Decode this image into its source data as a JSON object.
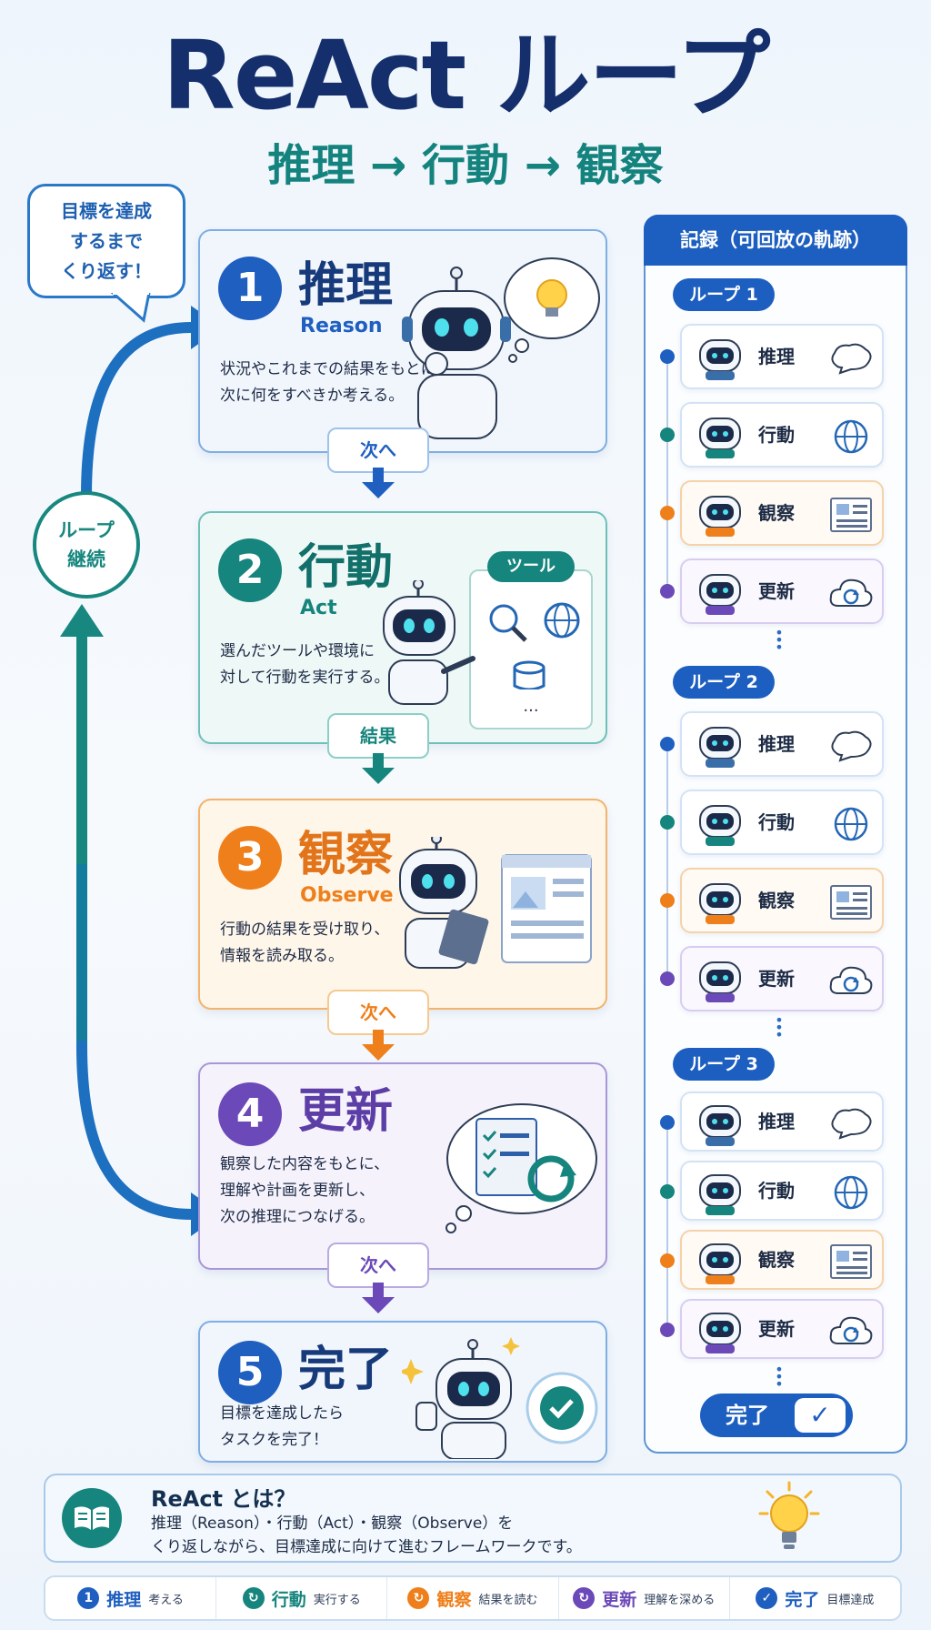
{
  "title": "ReAct ループ",
  "subtitle": "推理 → 行動 → 観察",
  "goal_bubble": "目標を達成\nするまで\nくり返す！",
  "loop_circle": "ループ\n継続",
  "steps": [
    {
      "num": "1",
      "jp": "推理",
      "en": "Reason",
      "desc": "状況やこれまでの結果をもとに、\n次に何をすべきか考える。"
    },
    {
      "num": "2",
      "jp": "行動",
      "en": "Act",
      "desc": "選んだツールや環境に\n対して行動を実行する。",
      "tool_label": "ツール",
      "tool_more": "..."
    },
    {
      "num": "3",
      "jp": "観察",
      "en": "Observe",
      "desc": "行動の結果を受け取り、\n情報を読み取る。"
    },
    {
      "num": "4",
      "jp": "更新",
      "desc": "観察した内容をもとに、\n理解や計画を更新し、\n次の推理につなげる。"
    },
    {
      "num": "5",
      "jp": "完了",
      "desc": "目標を達成したら\nタスクを完了！"
    }
  ],
  "connectors": [
    "次へ",
    "結果",
    "次へ",
    "次へ"
  ],
  "record": {
    "title": "記録（可回放の軌跡）",
    "loops": [
      {
        "tag": "ループ 1",
        "items": [
          "推理",
          "行動",
          "観察",
          "更新"
        ]
      },
      {
        "tag": "ループ 2",
        "items": [
          "推理",
          "行動",
          "観察",
          "更新"
        ]
      },
      {
        "tag": "ループ 3",
        "items": [
          "推理",
          "行動",
          "観察",
          "更新"
        ]
      }
    ],
    "done": "完了"
  },
  "info": {
    "title": "ReAct とは？",
    "body": "推理（Reason）・行動（Act）・観察（Observe）を\nくり返しながら、目標達成に向けて進むフレームワークです。"
  },
  "legend": [
    {
      "num": "1",
      "name": "推理",
      "sub": "考える",
      "color": "#1f5fc0"
    },
    {
      "num": "↻",
      "name": "行動",
      "sub": "実行する",
      "color": "#16857d"
    },
    {
      "num": "↻",
      "name": "観察",
      "sub": "結果を読む",
      "color": "#ef7f1a"
    },
    {
      "num": "↻",
      "name": "更新",
      "sub": "理解を深める",
      "color": "#6b49b8"
    },
    {
      "num": "✓",
      "name": "完了",
      "sub": "目標達成",
      "color": "#1f5fc0"
    }
  ],
  "colors": {
    "reason": "#1f5fc0",
    "act": "#16857d",
    "observe": "#ef7f1a",
    "update": "#6b49b8",
    "navy": "#142f6b"
  }
}
